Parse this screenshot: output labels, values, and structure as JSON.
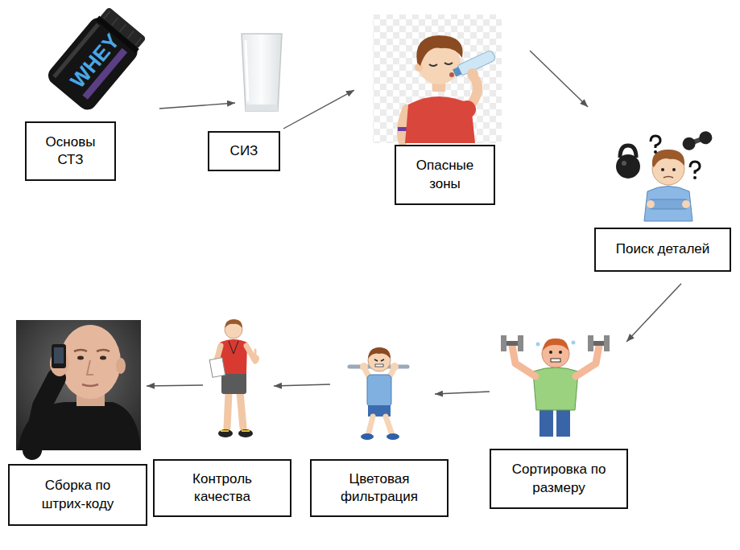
{
  "diagram": {
    "nodes": [
      {
        "text": [
          "Основы СТЗ"
        ]
      },
      {
        "text": [
          "СИЗ"
        ]
      },
      {
        "text": [
          "Опасные зоны"
        ]
      },
      {
        "text": [
          "Поиск деталей"
        ]
      },
      {
        "text": [
          "Сортировка по размеру"
        ]
      },
      {
        "text": [
          "Цветовая фильтрация"
        ]
      },
      {
        "text": [
          "Контроль качества"
        ]
      },
      {
        "text": [
          "Сборка по штрих-коду"
        ]
      }
    ],
    "edges": [
      {
        "from": 0,
        "to": 1,
        "arrow": "to"
      },
      {
        "from": 1,
        "to": 2,
        "arrow": "to"
      },
      {
        "from": 2,
        "to": 3,
        "arrow": "to"
      },
      {
        "from": 3,
        "to": 4,
        "arrow": "to"
      },
      {
        "from": 4,
        "to": 5,
        "arrow": "to"
      },
      {
        "from": 5,
        "to": 6,
        "arrow": "to"
      },
      {
        "from": 6,
        "to": 7,
        "arrow": "to"
      }
    ],
    "labels": [
      "WHEY"
    ]
  }
}
